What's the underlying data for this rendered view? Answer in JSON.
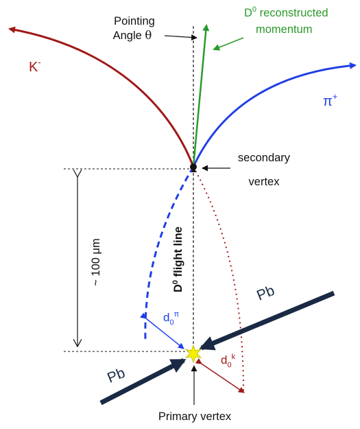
{
  "colors": {
    "kaon": "#a01818",
    "pion": "#1f3fe6",
    "d0": "#2a9a2a",
    "beam": "#1a2a44",
    "dark": "#111111",
    "vertex_star": "#f3f000"
  },
  "labels": {
    "pointing_line1": "Pointing",
    "pointing_line2_word": "Angle ",
    "pointing_theta": "θ",
    "d0_reco_base": "D",
    "d0_reco_sup": "0",
    "d0_reco_line1_rest": " reconstructed",
    "d0_reco_line2": "momentum",
    "kaon_base": "K",
    "kaon_sup": "-",
    "pion_base": "π",
    "pion_sup": "+",
    "secondary_line1": "secondary",
    "secondary_line2": "vertex",
    "distance": "~ 100 μm",
    "flight_base": "D",
    "flight_sup": "0",
    "flight_rest": " flight line",
    "pb_right": "Pb",
    "pb_left": "Pb",
    "d0pi_base": "d",
    "d0pi_sub": "0",
    "d0pi_sup": "π",
    "d0k_base": "d",
    "d0k_sub": "0",
    "d0k_sup": "k",
    "primary": "Primary vertex"
  }
}
